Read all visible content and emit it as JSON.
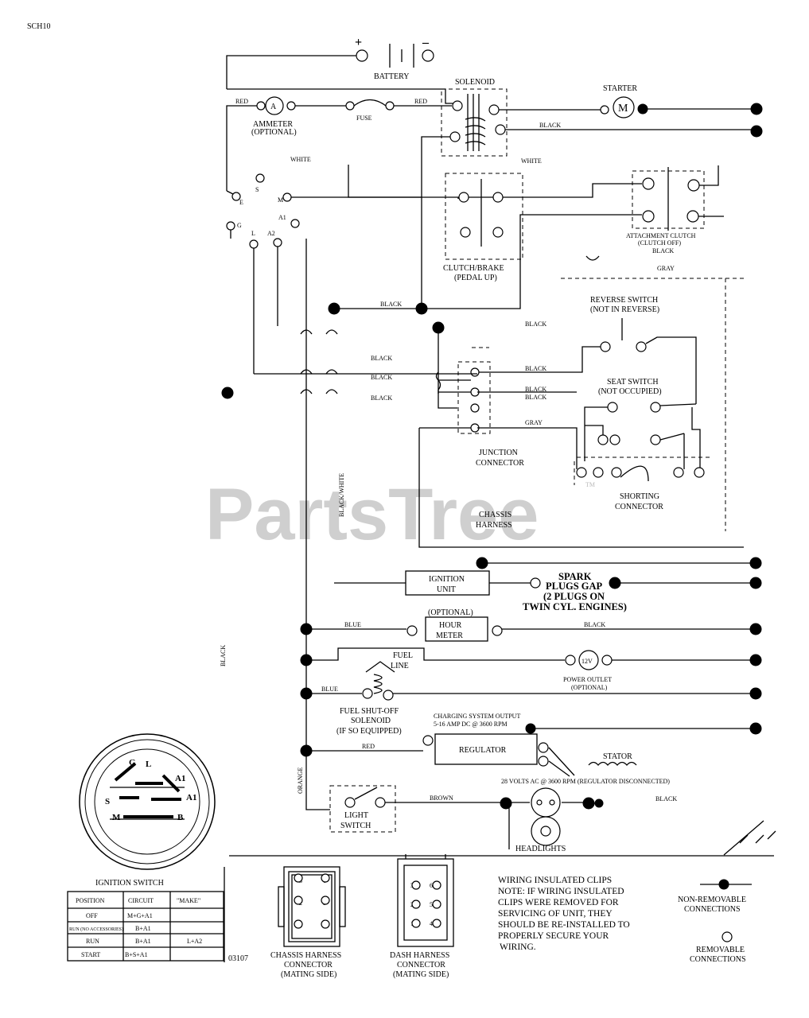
{
  "header": {
    "code": "SCH10"
  },
  "watermark": {
    "text": "PartsTree",
    "tm": "TM"
  },
  "battery": {
    "label": "BATTERY",
    "plus": "+",
    "minus": "–"
  },
  "solenoid": {
    "label": "SOLENOID"
  },
  "starter": {
    "label": "STARTER",
    "symbol": "M"
  },
  "ammeter": {
    "symbol": "A",
    "line1": "AMMETER",
    "line2": "(OPTIONAL)"
  },
  "fuse": {
    "label": "FUSE"
  },
  "wire_colors": {
    "red": "RED",
    "black": "BLACK",
    "white": "WHITE",
    "gray": "GRAY",
    "blue": "BLUE",
    "orange": "ORANGE",
    "brown": "BROWN",
    "black_white": "BLACK/WHITE"
  },
  "ignition_terminals": {
    "s": "S",
    "m": "M",
    "e": "E",
    "g": "G",
    "l": "L",
    "a2": "A2",
    "a1": "A1"
  },
  "clutch_brake": {
    "line1": "CLUTCH/BRAKE",
    "line2": "(PEDAL UP)"
  },
  "attachment_clutch": {
    "line1": "ATTACHMENT CLUTCH",
    "line2": "(CLUTCH OFF)"
  },
  "reverse_switch": {
    "line1": "REVERSE SWITCH",
    "line2": "(NOT IN REVERSE)"
  },
  "seat_switch": {
    "line1": "SEAT SWITCH",
    "line2": "(NOT OCCUPIED)"
  },
  "junction_connector": {
    "line1": "JUNCTION",
    "line2": "CONNECTOR"
  },
  "shorting_connector": {
    "line1": "SHORTING",
    "line2": "CONNECTOR"
  },
  "chassis_harness": {
    "line1": "CHASSIS",
    "line2": "HARNESS"
  },
  "ignition_unit": {
    "line1": "IGNITION",
    "line2": "UNIT"
  },
  "spark_plugs": {
    "line1": "SPARK",
    "line2": "PLUGS GAP",
    "line3": "(2 PLUGS ON",
    "line4": "TWIN CYL. ENGINES)"
  },
  "hour_meter": {
    "optional": "(OPTIONAL)",
    "line1": "HOUR",
    "line2": "METER"
  },
  "fuel_line": {
    "line1": "FUEL",
    "line2": "LINE"
  },
  "power_outlet": {
    "symbol": "12V",
    "line1": "POWER OUTLET",
    "line2": "(OPTIONAL)"
  },
  "fuel_solenoid": {
    "line1": "FUEL SHUT-OFF",
    "line2": "SOLENOID",
    "line3": "(IF SO EQUIPPED)"
  },
  "charging": {
    "line1": "CHARGING SYSTEM OUTPUT",
    "line2": "5-16 AMP DC @ 3600 RPM"
  },
  "regulator": {
    "label": "REGULATOR"
  },
  "stator": {
    "label": "STATOR",
    "note": "28 VOLTS AC @ 3600 RPM (REGULATOR DISCONNECTED)"
  },
  "light_switch": {
    "line1": "LIGHT",
    "line2": "SWITCH"
  },
  "headlights": {
    "label": "HEADLIGHTS"
  },
  "ignition_switch": {
    "title": "IGNITION SWITCH",
    "face_labels": {
      "g": "G",
      "l": "L",
      "a1": "A1",
      "a1b": "A1",
      "s": "S",
      "m": "M",
      "b": "B"
    },
    "table": {
      "headers": [
        "POSITION",
        "CIRCUIT",
        "\"MAKE\""
      ],
      "rows": [
        [
          "OFF",
          "M+G+A1",
          ""
        ],
        [
          "RUN (NO ACCESSORIES)",
          "B+A1",
          ""
        ],
        [
          "RUN",
          "B+A1",
          "L+A2"
        ],
        [
          "START",
          "B+S+A1",
          ""
        ]
      ]
    }
  },
  "part_code": "03107",
  "chassis_connector": {
    "pins": [
      "3",
      "6",
      "2",
      "5",
      "1",
      "4"
    ],
    "line1": "CHASSIS HARNESS",
    "line2": "CONNECTOR",
    "line3": "(MATING SIDE)"
  },
  "dash_connector": {
    "pins": [
      "3",
      "6",
      "2",
      "5",
      "1",
      "4"
    ],
    "line1": "DASH HARNESS",
    "line2": "CONNECTOR",
    "line3": "(MATING SIDE)"
  },
  "note": {
    "title": "WIRING INSULATED CLIPS",
    "lines": [
      "NOTE: IF WIRING INSULATED",
      "CLIPS WERE REMOVED FOR",
      "SERVICING OF UNIT, THEY",
      "SHOULD BE RE-INSTALLED TO",
      "PROPERLY SECURE YOUR",
      "WIRING."
    ]
  },
  "legend": {
    "non_removable": {
      "line1": "NON-REMOVABLE",
      "line2": "CONNECTIONS"
    },
    "removable": {
      "line1": "REMOVABLE",
      "line2": "CONNECTIONS"
    }
  }
}
